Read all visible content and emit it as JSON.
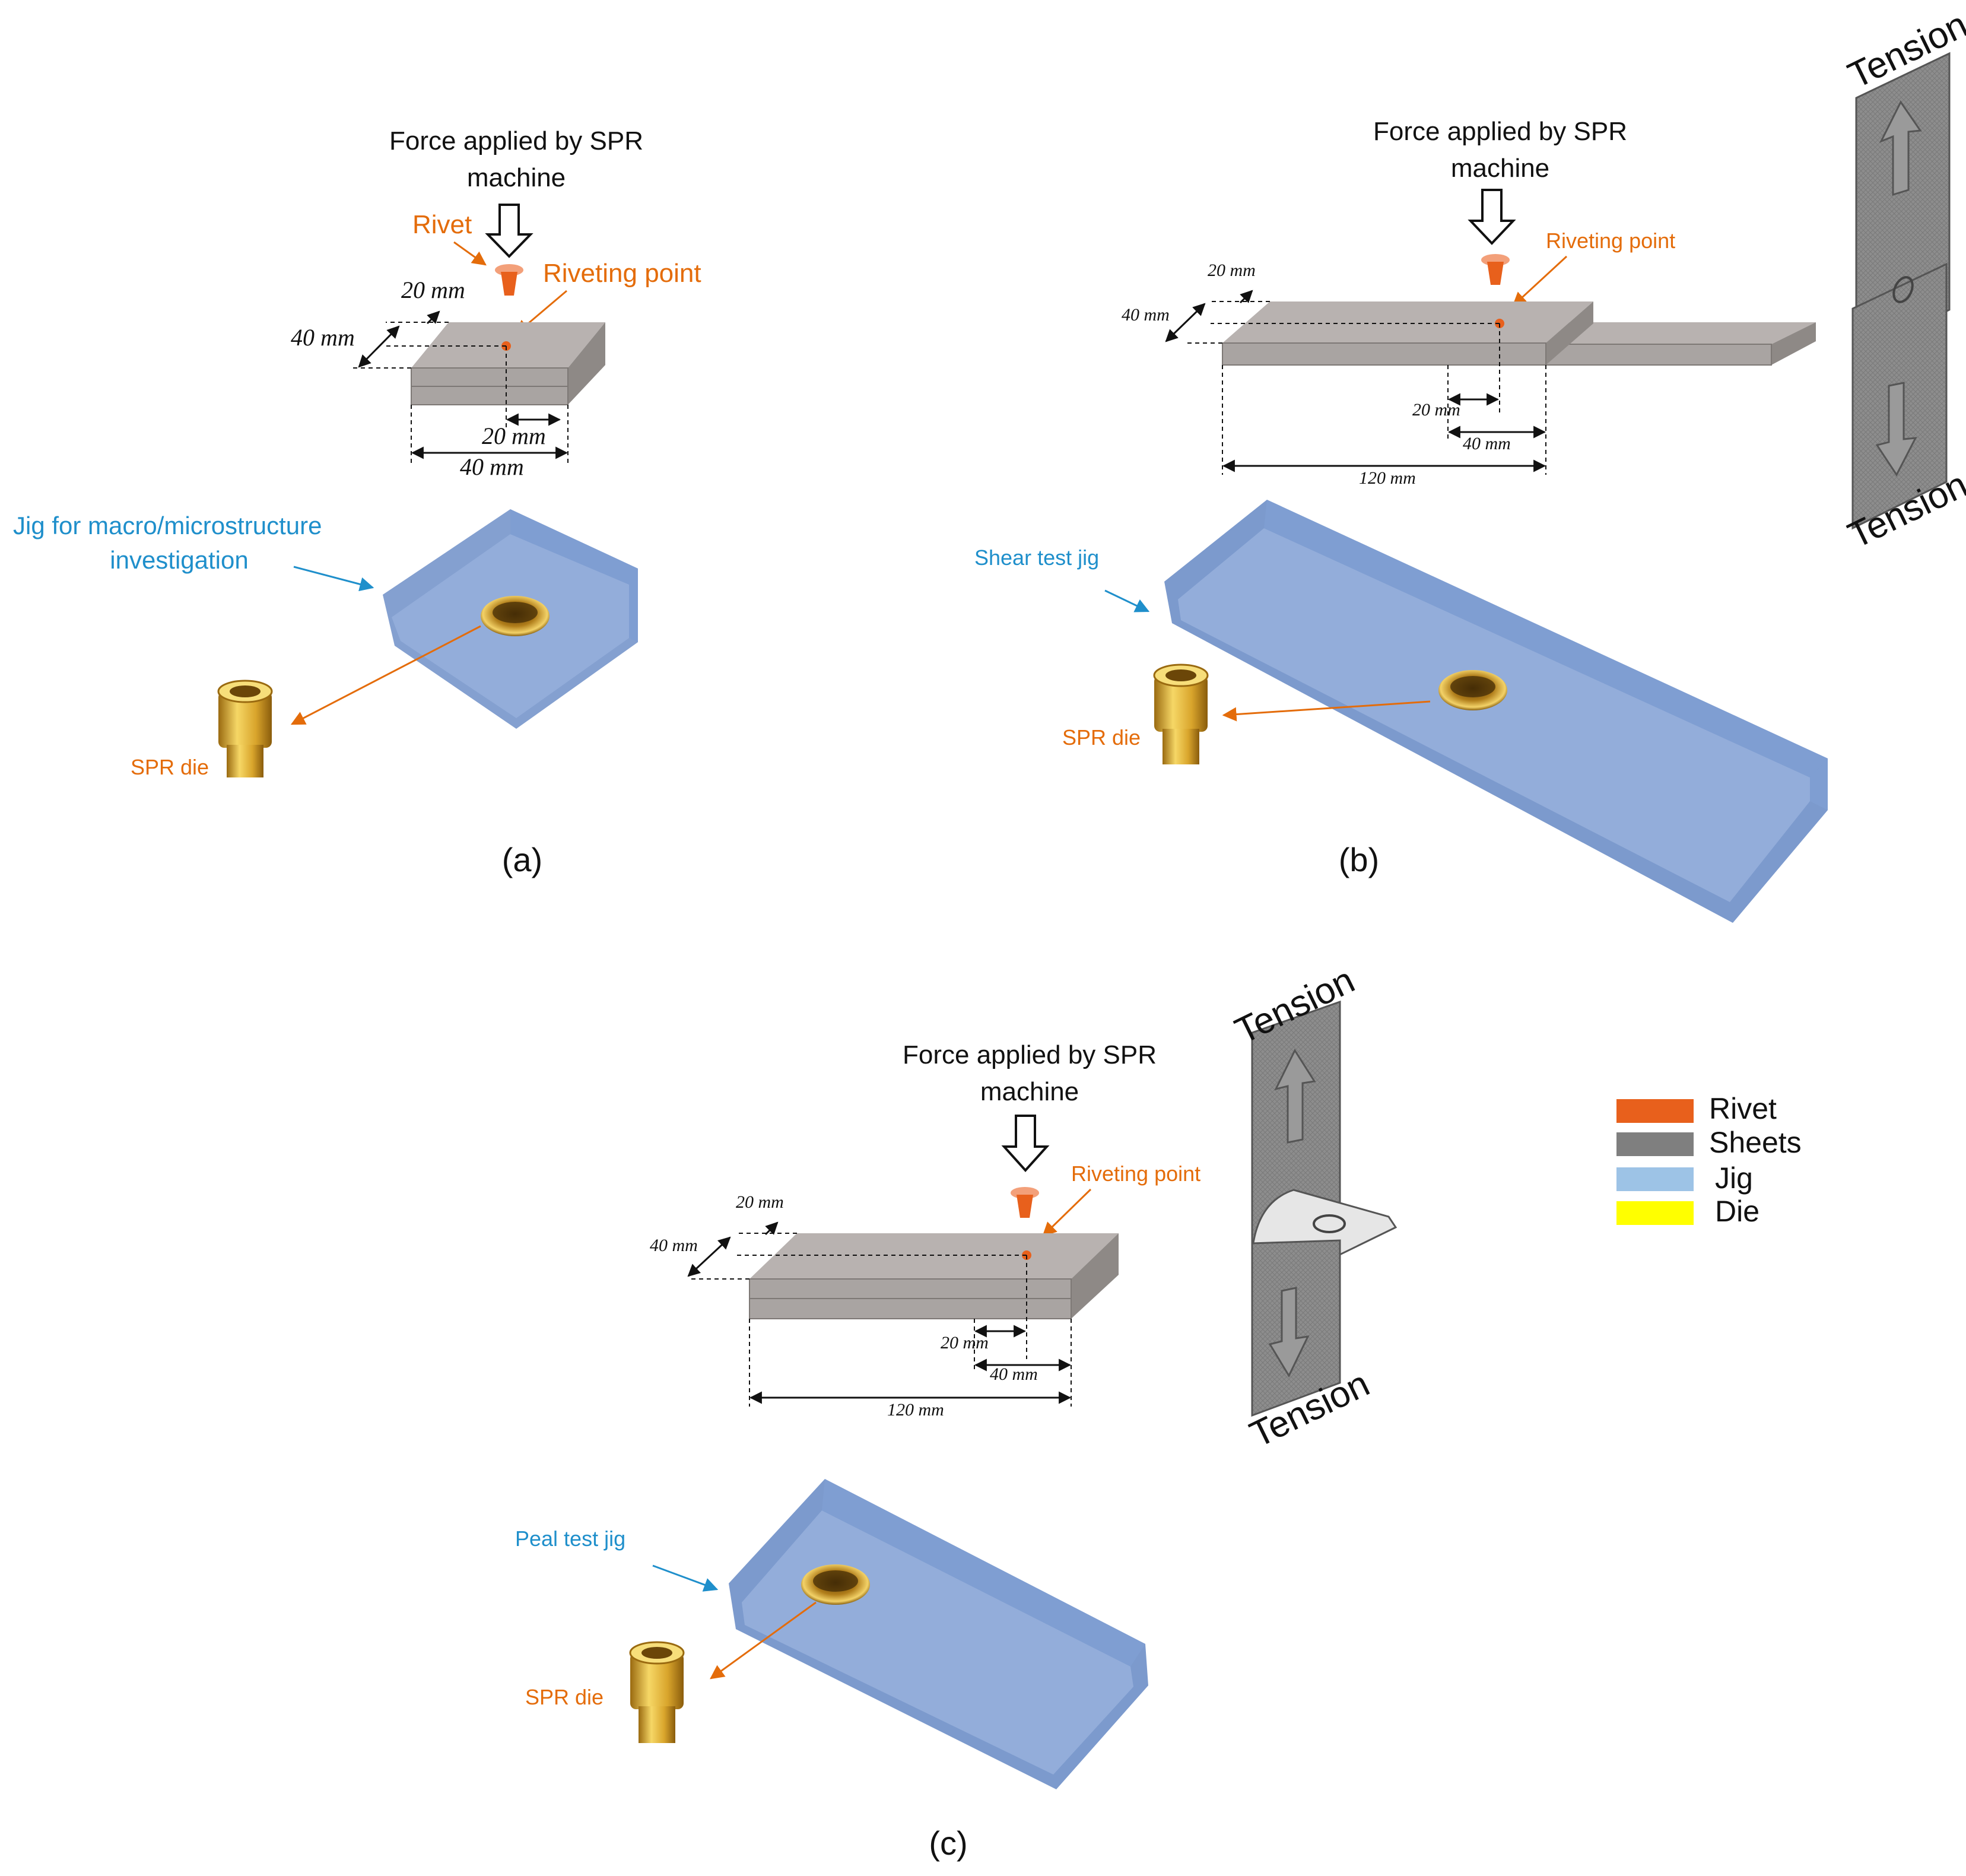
{
  "colors": {
    "rivet": "#E8601C",
    "sheet": "#A9A4A2",
    "sheet_dark": "#8E8986",
    "jig": "#8BA8D8",
    "jig_dark": "#6E8FC8",
    "die": "#E6B93A",
    "annotation_orange": "#E46C0A",
    "annotation_blue": "#1F8FCB",
    "legend_rivet": "#E8601C",
    "legend_sheets": "#7F7F7F",
    "legend_jig": "#9DC3E6",
    "legend_die": "#FFFF00"
  },
  "panel_a": {
    "force_line1": "Force applied by SPR",
    "force_line2": "machine",
    "rivet": "Rivet",
    "riveting_point": "Riveting point",
    "dim_20_top": "20 mm",
    "dim_40_left": "40 mm",
    "dim_20_bottom": "20 mm",
    "dim_40_bottom": "40 mm",
    "jig_line1": "Jig for macro/microstructure",
    "jig_line2": "investigation",
    "spr_die": "SPR die",
    "caption": "(a)"
  },
  "panel_b": {
    "force_line1": "Force applied by SPR",
    "force_line2": "machine",
    "riveting_point": "Riveting point",
    "dim_20_top": "20 mm",
    "dim_40_left": "40 mm",
    "dim_20_bottom": "20 mm",
    "dim_40_bottom": "40 mm",
    "dim_120": "120 mm",
    "jig": "Shear test jig",
    "spr_die": "SPR die",
    "tension_top": "Tension",
    "tension_bottom": "Tension",
    "caption": "(b)"
  },
  "panel_c": {
    "force_line1": "Force applied by SPR",
    "force_line2": "machine",
    "riveting_point": "Riveting point",
    "dim_20_top": "20 mm",
    "dim_40_left": "40 mm",
    "dim_20_bottom": "20 mm",
    "dim_40_bottom": "40 mm",
    "dim_120": "120 mm",
    "jig": "Peal test jig",
    "spr_die": "SPR die",
    "tension_top": "Tension",
    "tension_bottom": "Tension",
    "caption": "(c)"
  },
  "legend": {
    "items": [
      {
        "label": "Rivet",
        "color_key": "legend_rivet"
      },
      {
        "label": "Sheets",
        "color_key": "legend_sheets"
      },
      {
        "label": "Jig",
        "color_key": "legend_jig"
      },
      {
        "label": "Die",
        "color_key": "legend_die"
      }
    ]
  },
  "icons": [
    "force-arrow-icon",
    "rivet-icon",
    "spr-die-icon",
    "jig-die-cavity-icon",
    "tension-arrow-icon"
  ]
}
